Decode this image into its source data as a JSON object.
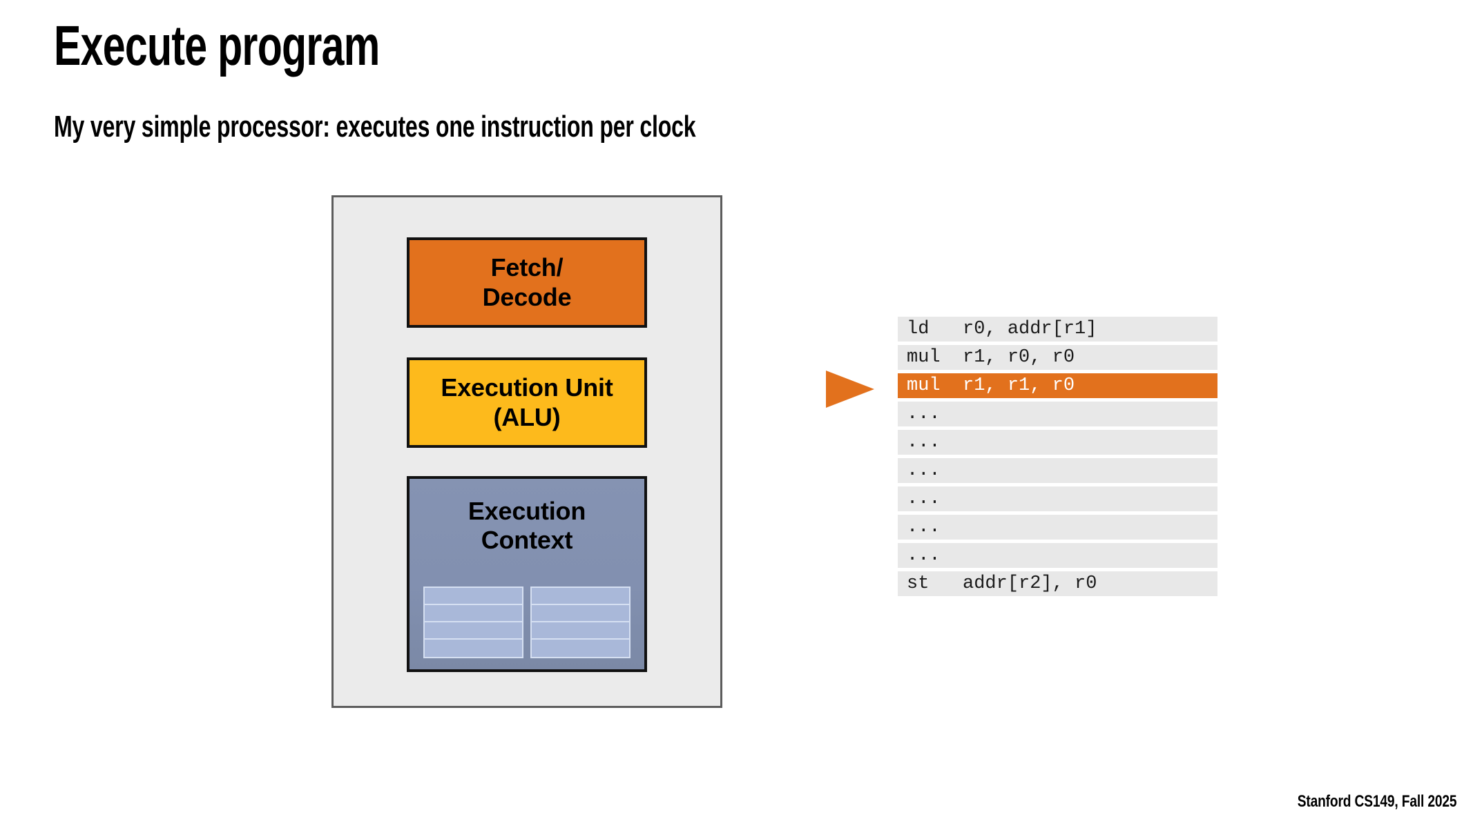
{
  "slide": {
    "title": "Execute program",
    "subtitle": "My very simple processor: executes one instruction per clock",
    "footer": "Stanford CS149, Fall 2025"
  },
  "processor": {
    "units": [
      {
        "name": "fetch-decode",
        "label_line1": "Fetch/",
        "label_line2": "Decode",
        "color": "#e2711d"
      },
      {
        "name": "execution-unit",
        "label_line1": "Execution Unit",
        "label_line2": "(ALU)",
        "color": "#fdba1c"
      },
      {
        "name": "execution-context",
        "label_line1": "Execution",
        "label_line2": "Context",
        "color": "#8291b0"
      }
    ],
    "register_file": {
      "columns": 2,
      "rows_per_column": 4,
      "cell_color": "#a9b8d9",
      "divider_color": "#d6e0f2"
    },
    "panel_color": "#ebebeb",
    "panel_border_color": "#5c5c5c"
  },
  "instruction_stream": {
    "pointer_icon": "play-triangle-icon",
    "pointer_color": "#e2711d",
    "active_index": 2,
    "row_color": "#e8e8e8",
    "active_row_color": "#e2711d",
    "instructions": [
      "ld   r0, addr[r1]",
      "mul  r1, r0, r0",
      "mul  r1, r1, r0",
      "...",
      "...",
      "...",
      "...",
      "...",
      "...",
      "st   addr[r2], r0"
    ]
  }
}
